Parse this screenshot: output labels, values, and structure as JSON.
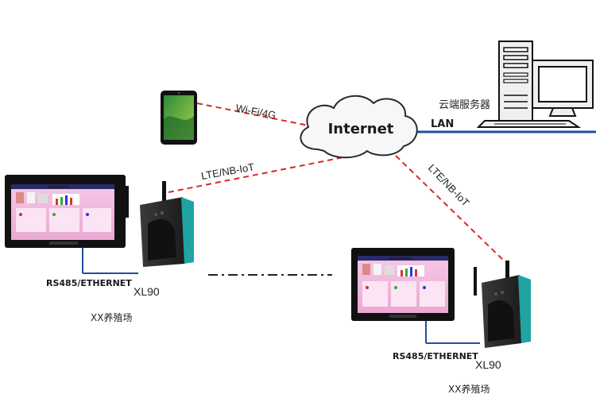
{
  "cloud": {
    "label": "Internet"
  },
  "links": {
    "phone_link": "Wi-Fi/4G",
    "site1_link": "LTE/NB-IoT",
    "site2_link": "LTE/NB-IoT",
    "lan": "LAN"
  },
  "server": {
    "label": "云端服务器"
  },
  "sites": [
    {
      "bus_label": "RS485/ETHERNET",
      "device_label": "XL90",
      "site_label": "XX养殖场"
    },
    {
      "bus_label": "RS485/ETHERNET",
      "device_label": "XL90",
      "site_label": "XX养殖场"
    }
  ],
  "hmi": {
    "brand": "BAOGRAPHS"
  },
  "colors": {
    "link": "#d42a2a",
    "lan": "#1e4fa0",
    "bus": "#1e4fa0",
    "gateway": "#2a2a2a",
    "gateway_accent": "#1fa3a3"
  }
}
